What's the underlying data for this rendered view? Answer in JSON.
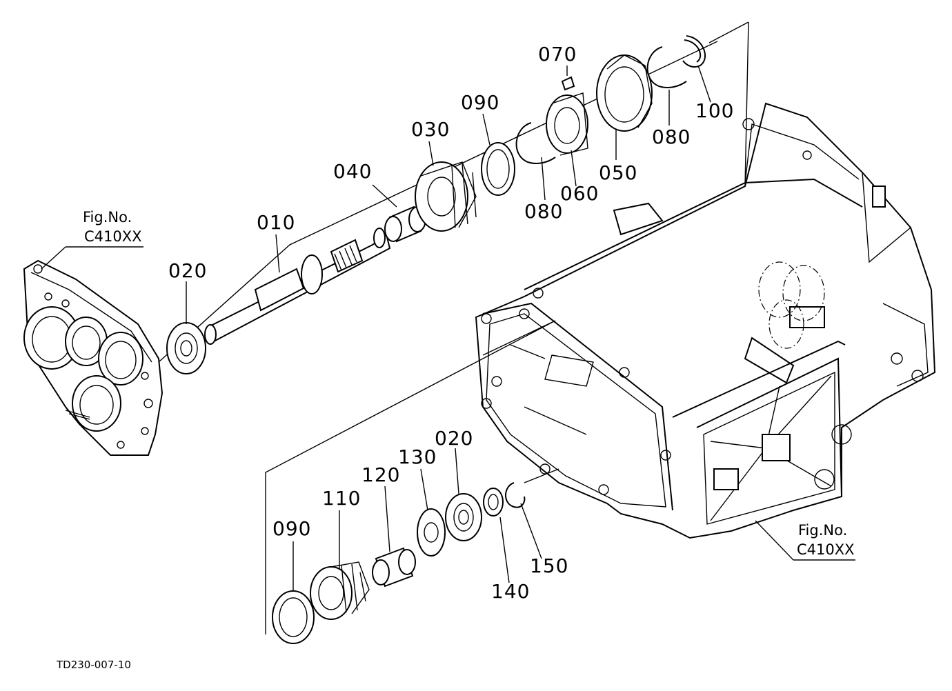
{
  "part_labels": {
    "p010": "010",
    "p020_top": "020",
    "p020_bottom": "020",
    "p030": "030",
    "p040": "040",
    "p050": "050",
    "p060": "060",
    "p070": "070",
    "p080_a": "080",
    "p080_b": "080",
    "p090_top": "090",
    "p090_bottom": "090",
    "p100": "100",
    "p110": "110",
    "p120": "120",
    "p130": "130",
    "p140": "140",
    "p150": "150"
  },
  "figure_refs": {
    "left": {
      "line1": "Fig.No.",
      "line2": "C410XX"
    },
    "right": {
      "line1": "Fig.No.",
      "line2": "C410XX"
    }
  },
  "drawing_code": "TD230-007-10",
  "icons": [
    "gear-icon",
    "bearing-icon",
    "snap-ring-icon",
    "shaft-icon",
    "housing-icon"
  ]
}
